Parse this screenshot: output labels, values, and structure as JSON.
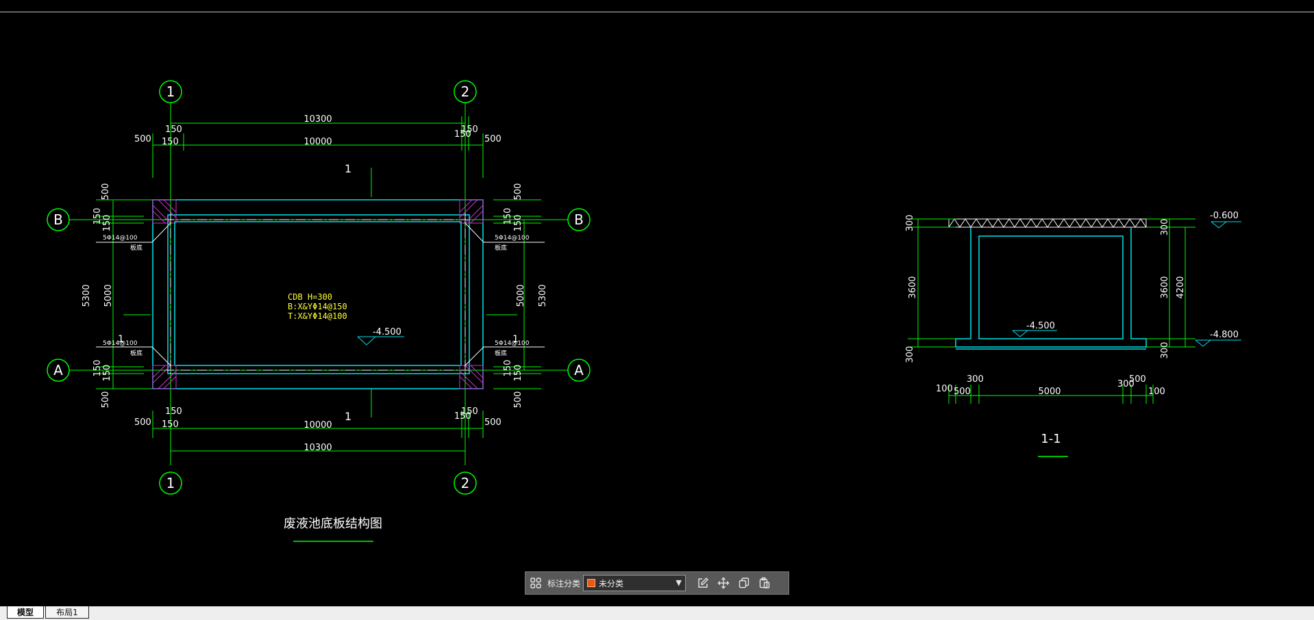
{
  "plan": {
    "axes": {
      "n1": "1",
      "n2": "2",
      "b": "B",
      "a": "A"
    },
    "dims": {
      "d10300": "10300",
      "d10000": "10000",
      "d5300": "5300",
      "d5000": "5000",
      "d500": "500",
      "d150": "150"
    },
    "section_mark": "1",
    "rebar_edge": "5Φ14@100",
    "rebar_sub": "板底",
    "slab_note": [
      "CDB H=300",
      "B:X&YΦ14@150",
      "T:X&YΦ14@100"
    ],
    "elevation": "-4.500",
    "title": "废液池底板结构图"
  },
  "section": {
    "top_elev": "-0.600",
    "bottom_elev": "-4.800",
    "inner_elev": "-4.500",
    "v_dims": {
      "d300": "300",
      "d3600": "3600",
      "d4200": "4200"
    },
    "h_dims": {
      "d100": "100",
      "d300": "300",
      "d500": "500",
      "d5000": "5000"
    },
    "title": "1-1"
  },
  "toolbar": {
    "grid_icon": "grid-icon",
    "label": "标注分类",
    "dropdown_value": "未分类",
    "swatch_color": "#e85a14",
    "icons": [
      "edit-icon",
      "move-icon",
      "copy-icon",
      "paste-icon"
    ]
  },
  "tabs": {
    "model": "模型",
    "layout": "布局1"
  }
}
